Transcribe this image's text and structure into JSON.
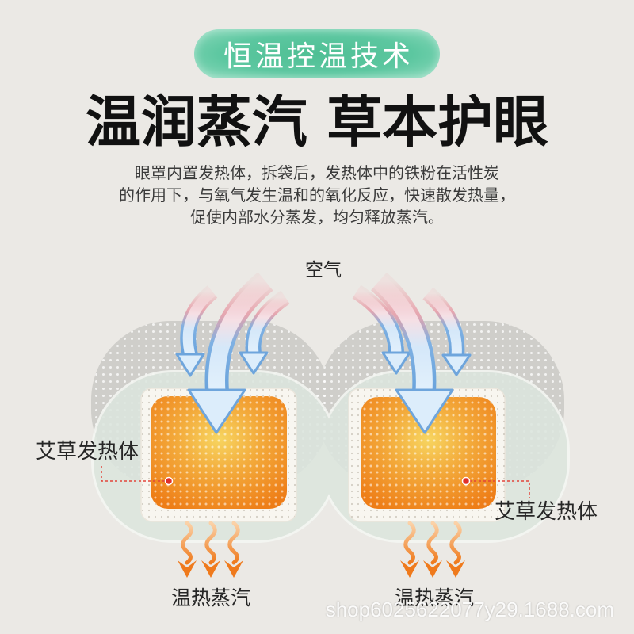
{
  "badge": {
    "text": "恒温控温技术"
  },
  "headline": {
    "text": "温润蒸汽 草本护眼"
  },
  "description": {
    "lines": [
      "眼罩内置发热体，拆袋后，发热体中的铁粉在活性炭",
      "的作用下，与氧气发生温和的氧化反应，快速散发热量，",
      "促使内部水分蒸发，均匀释放蒸汽。"
    ]
  },
  "diagram": {
    "air_label": "空气",
    "heater_left_label": "艾草发热体",
    "heater_right_label": "艾草发热体",
    "steam_left_label": "温热蒸汽",
    "steam_right_label": "温热蒸汽",
    "icons": [
      "air-arrow-icon",
      "steam-arrow-icon",
      "marker-dot-icon"
    ]
  },
  "watermark": {
    "text": "shop6025622077y29.1688.com"
  },
  "colors": {
    "background": "#ebe9e5",
    "badge": "#4fbf94",
    "heater_orange": "#ef7f19",
    "air_arrow": "#6ea5dc",
    "steam_arrow": "#ef7a1c",
    "marker_red": "#e0302a"
  }
}
